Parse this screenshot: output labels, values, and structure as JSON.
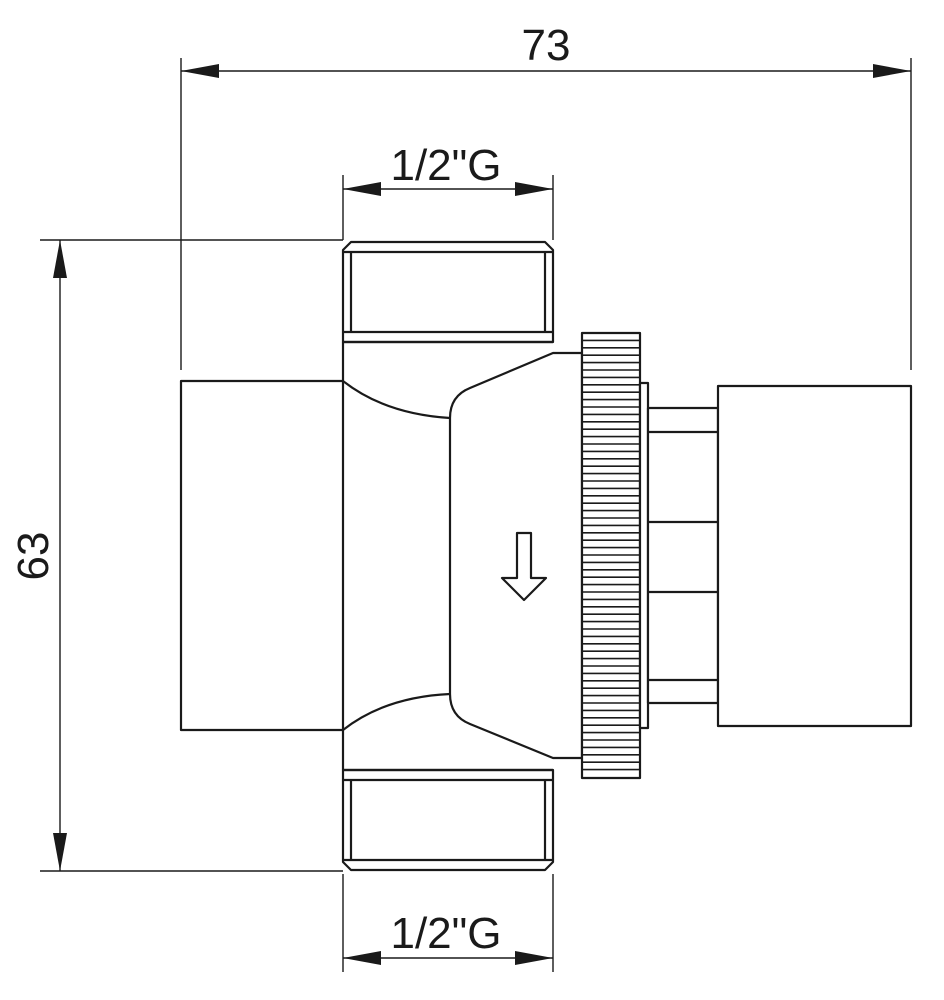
{
  "dimensions": {
    "overall_width": "73",
    "overall_height": "63",
    "top_thread": "1/2\"G",
    "bottom_thread": "1/2\"G"
  }
}
